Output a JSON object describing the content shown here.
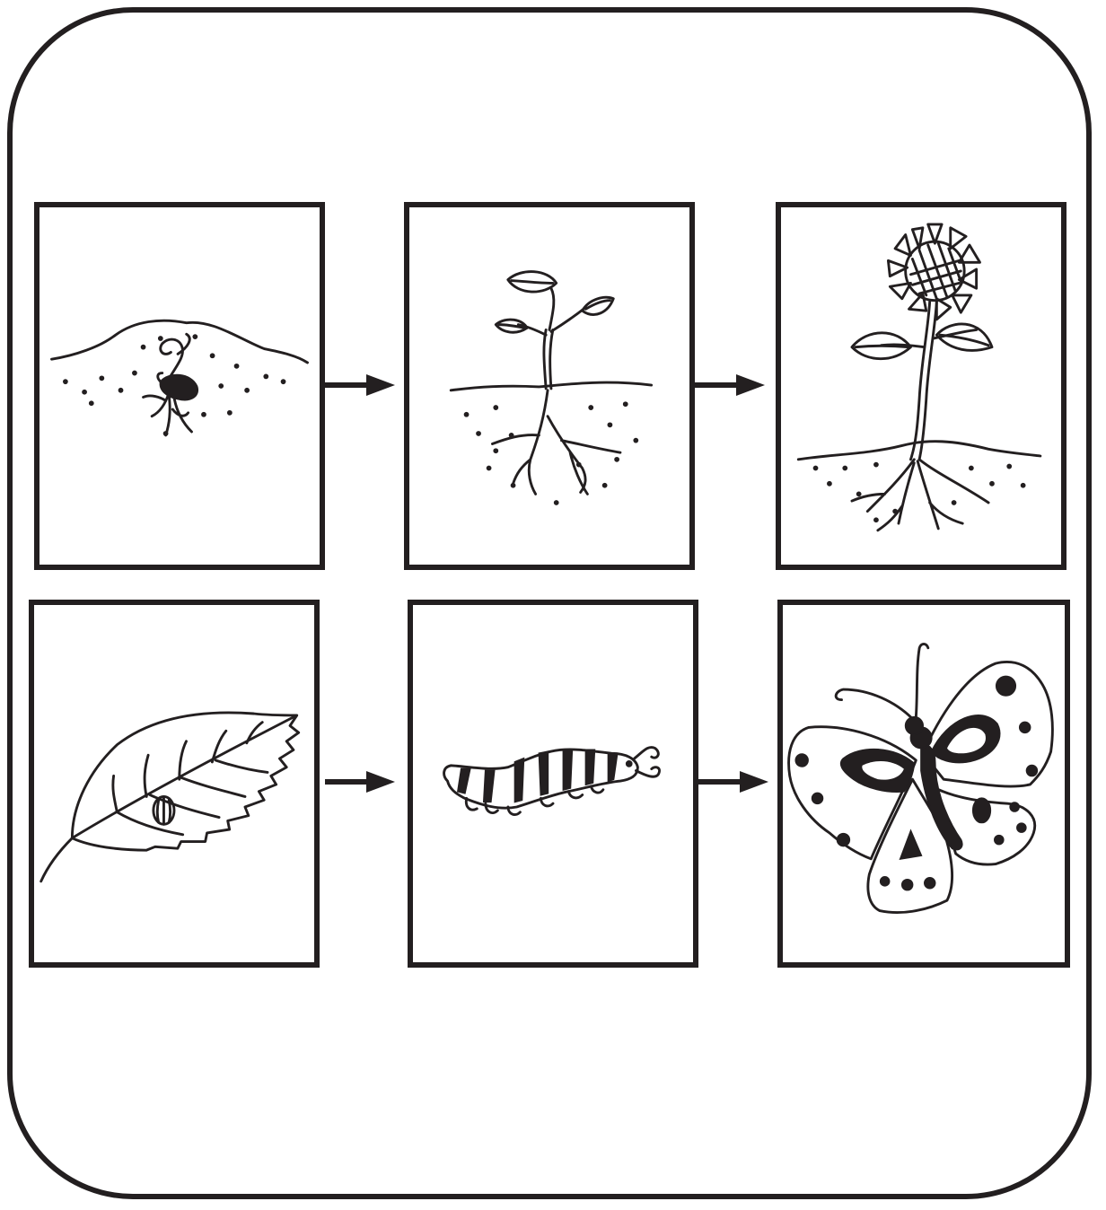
{
  "diagram": {
    "rows": [
      {
        "name": "plant-life-cycle",
        "stages": [
          "seed-sprouting-in-soil",
          "seedling-with-roots",
          "sunflower"
        ]
      },
      {
        "name": "butterfly-life-cycle",
        "stages": [
          "egg-on-leaf",
          "caterpillar",
          "butterfly"
        ]
      }
    ],
    "arrow_color": "#231f20",
    "line_color": "#231f20"
  }
}
